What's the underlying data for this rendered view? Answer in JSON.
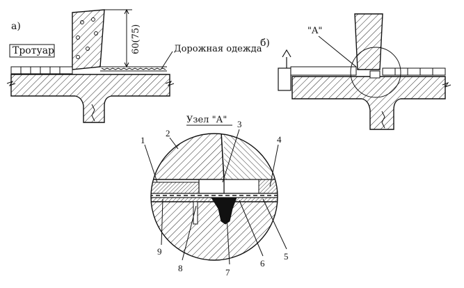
{
  "view_a": {
    "marker": "а)",
    "sidewalk": "Тротуар",
    "pavement": "Дорожная одежда",
    "dimension": "60(75)"
  },
  "view_b": {
    "marker": "б)",
    "callout": "\"A\""
  },
  "detail": {
    "title": "Узел \"А\"",
    "callouts": [
      "1",
      "2",
      "3",
      "4",
      "5",
      "6",
      "7",
      "8",
      "9"
    ]
  },
  "colors": {
    "ink": "#111111",
    "paper": "#ffffff"
  }
}
